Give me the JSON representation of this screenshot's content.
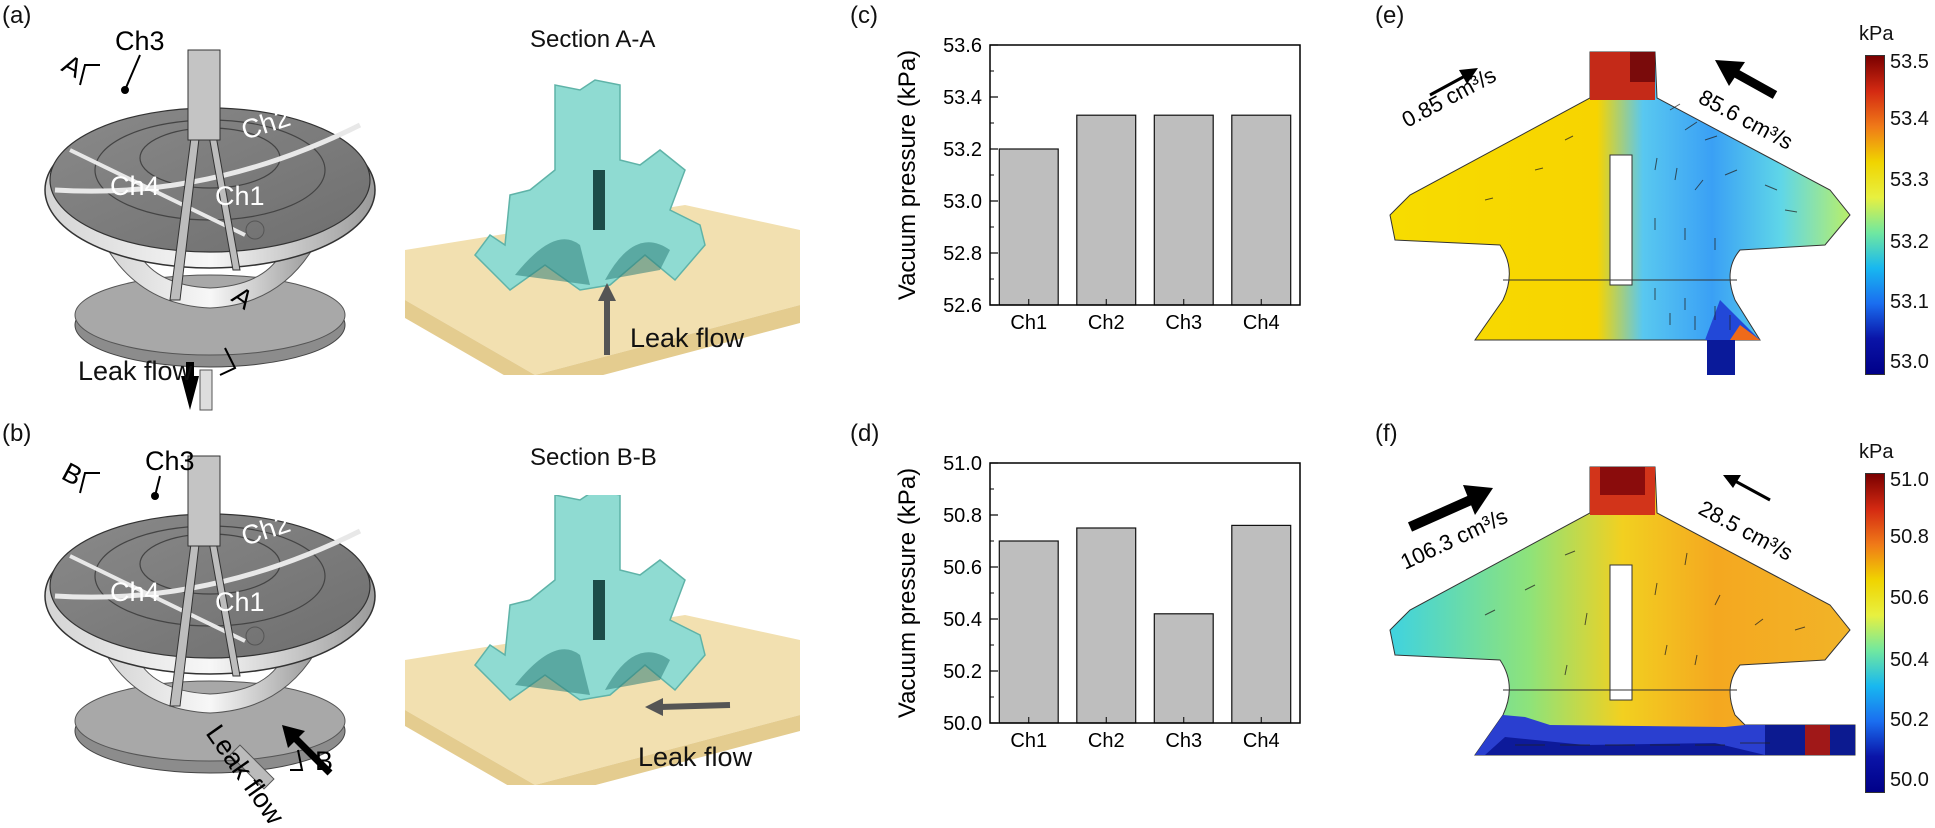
{
  "panels": {
    "a": {
      "letter": "(a)",
      "labels": {
        "ch1": "Ch1",
        "ch2": "Ch2",
        "ch3": "Ch3",
        "ch4": "Ch4",
        "sec_a": "A",
        "sec_a2": "A",
        "leak": "Leak flow"
      },
      "section_title": "Section A-A",
      "section_leak": "Leak flow"
    },
    "b": {
      "letter": "(b)",
      "labels": {
        "ch1": "Ch1",
        "ch2": "Ch2",
        "ch3": "Ch3",
        "ch4": "Ch4",
        "sec_b": "B",
        "sec_b2": "B",
        "leak": "Leak flow"
      },
      "section_title": "Section B-B",
      "section_leak": "Leak flow"
    },
    "c": {
      "letter": "(c)"
    },
    "d": {
      "letter": "(d)"
    },
    "e": {
      "letter": "(e)",
      "flow_left": "0.85 cm³/s",
      "flow_right": "85.6 cm³/s",
      "colorbar": {
        "unit": "kPa",
        "ticks": [
          "53.5",
          "53.4",
          "53.3",
          "53.2",
          "53.1",
          "53.0"
        ]
      }
    },
    "f": {
      "letter": "(f)",
      "flow_left": "106.3 cm³/s",
      "flow_right": "28.5 cm³/s",
      "colorbar": {
        "unit": "kPa",
        "ticks": [
          "51.0",
          "50.8",
          "50.6",
          "50.4",
          "50.2",
          "50.0"
        ]
      }
    }
  },
  "colors": {
    "bar_fill": "#bebebe",
    "bar_stroke": "#111111",
    "suction_cup": "#8fdbd2",
    "substrate": "#f2e0b0"
  },
  "chart_data": [
    {
      "type": "bar",
      "panel": "c",
      "categories": [
        "Ch1",
        "Ch2",
        "Ch3",
        "Ch4"
      ],
      "values": [
        53.2,
        53.33,
        53.33,
        53.33
      ],
      "ylabel": "Vacuum pressure (kPa)",
      "ylim": [
        52.6,
        53.6
      ],
      "yticks": [
        "52.6",
        "52.8",
        "53.0",
        "53.2",
        "53.4",
        "53.6"
      ]
    },
    {
      "type": "bar",
      "panel": "d",
      "categories": [
        "Ch1",
        "Ch2",
        "Ch3",
        "Ch4"
      ],
      "values": [
        50.7,
        50.75,
        50.42,
        50.76
      ],
      "ylabel": "Vacuum pressure (kPa)",
      "ylim": [
        50.0,
        51.0
      ],
      "yticks": [
        "50.0",
        "50.2",
        "50.4",
        "50.6",
        "50.8",
        "51.0"
      ]
    }
  ]
}
